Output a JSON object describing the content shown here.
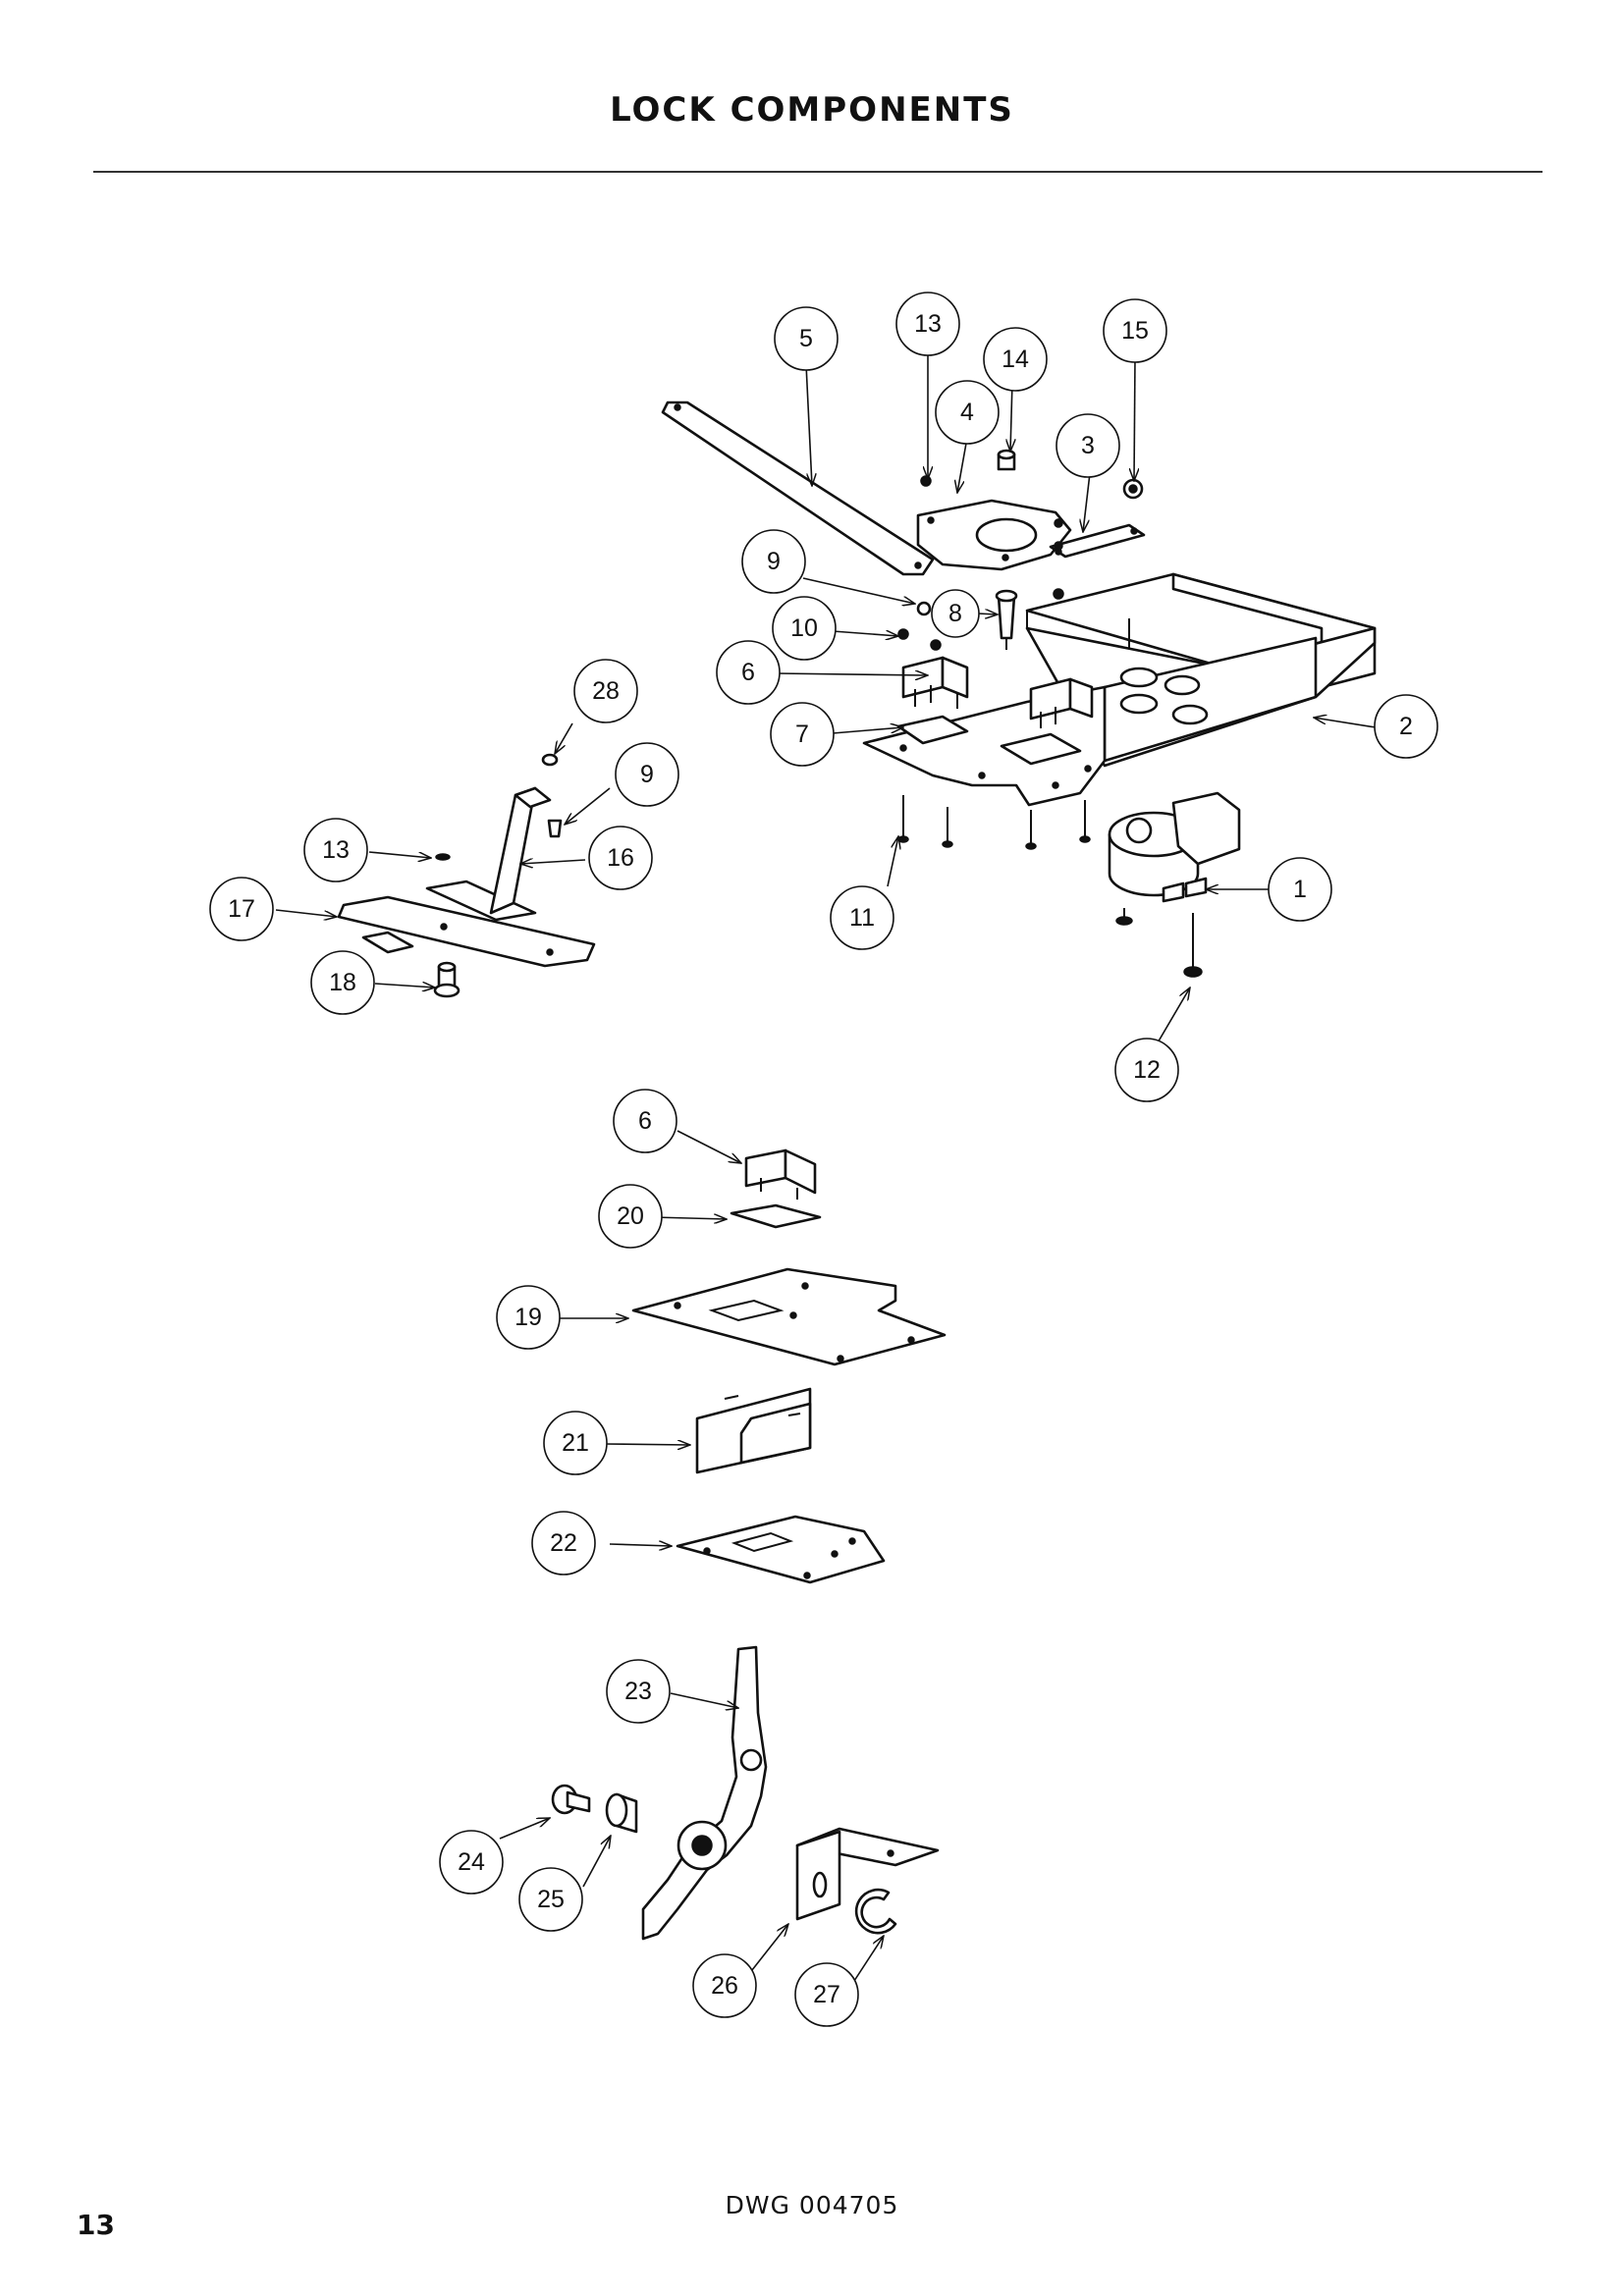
{
  "header": {
    "title": "LOCK COMPONENTS"
  },
  "footer": {
    "drawing_number": "DWG 004705",
    "page_number": "13"
  },
  "callouts": [
    "1",
    "2",
    "3",
    "4",
    "5",
    "6",
    "7",
    "8",
    "9",
    "10",
    "11",
    "12",
    "13",
    "14",
    "15",
    "16",
    "17",
    "18",
    "19",
    "20",
    "21",
    "22",
    "23",
    "24",
    "25",
    "26",
    "27",
    "28"
  ]
}
